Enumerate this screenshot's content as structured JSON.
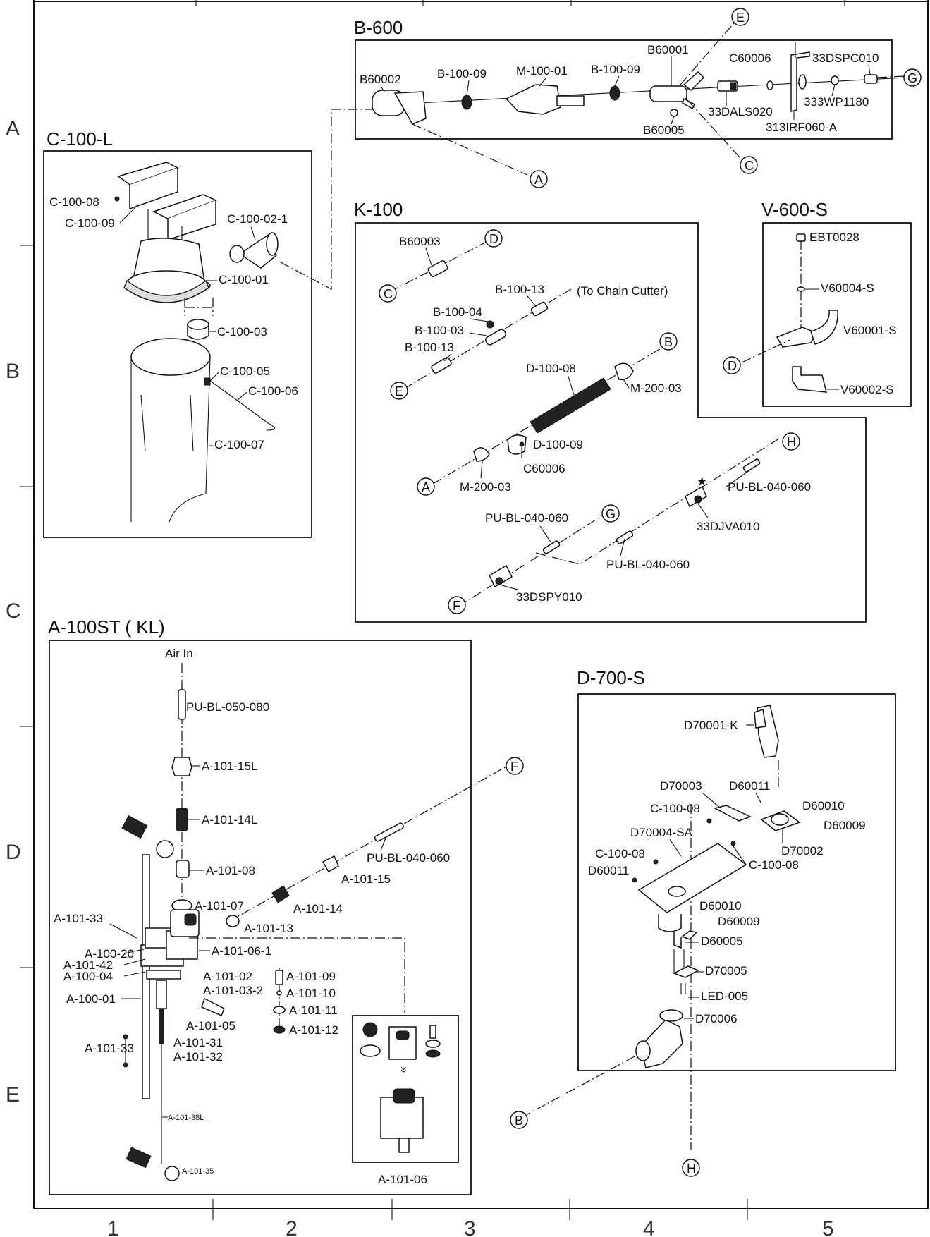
{
  "grid": {
    "rows": [
      "A",
      "B",
      "C",
      "D",
      "E"
    ],
    "cols": [
      "1",
      "2",
      "3",
      "4",
      "5"
    ]
  },
  "assemblies": {
    "b600": {
      "title": "B-600",
      "labels": [
        "B60002",
        "B-100-09",
        "M-100-01",
        "B-100-09",
        "B60001",
        "C60006",
        "33DSPC010",
        "33DALS020",
        "333WP1180",
        "313IRF060-A",
        "B60005"
      ]
    },
    "c100l": {
      "title": "C-100-L",
      "labels": [
        "C-100-08",
        "C-100-09",
        "C-100-02-1",
        "C-100-01",
        "C-100-03",
        "C-100-05",
        "C-100-06",
        "C-100-07"
      ]
    },
    "k100": {
      "title": "K-100",
      "labels": [
        "B60003",
        "B-100-13",
        "(To Chain Cutter)",
        "B-100-04",
        "B-100-03",
        "B-100-13",
        "D-100-08",
        "M-200-03",
        "D-100-09",
        "C60006",
        "M-200-03",
        "PU-BL-040-060",
        "33DJVA010",
        "PU-BL-040-060",
        "PU-BL-040-060",
        "33DSPY010"
      ]
    },
    "v600s": {
      "title": "V-600-S",
      "labels": [
        "EBT0028",
        "V60004-S",
        "V60001-S",
        "V60002-S"
      ]
    },
    "a100st": {
      "title": "A-100ST ( KL)",
      "labels": [
        "Air In",
        "PU-BL-050-080",
        "A-101-15L",
        "A-101-14L",
        "A-101-08",
        "A-101-07",
        "PU-BL-040-060",
        "A-101-15",
        "A-101-14",
        "A-101-13",
        "A-101-33",
        "A-101-06-1",
        "A-100-20",
        "A-101-42",
        "A-100-04",
        "A-101-02",
        "A-101-03-2",
        "A-100-01",
        "A-101-05",
        "A-101-09",
        "A-101-10",
        "A-101-11",
        "A-101-12",
        "A-101-33",
        "A-101-31",
        "A-101-32",
        "A-101-38L",
        "A-101-35",
        "A-101-06"
      ]
    },
    "d700s": {
      "title": "D-700-S",
      "labels": [
        "D70001-K",
        "D70003",
        "D60011",
        "D60010",
        "C-100-08",
        "D60009",
        "D70004-SA",
        "D70002",
        "C-100-08",
        "C-100-08",
        "D60011",
        "D60010",
        "D60009",
        "D60005",
        "D70005",
        "LED-005",
        "D70006"
      ]
    }
  },
  "connectors": {
    "A": "A",
    "B": "B",
    "C": "C",
    "D": "D",
    "E": "E",
    "F": "F",
    "G": "G",
    "H": "H"
  },
  "misc": {
    "star": "★",
    "arrows": "»"
  }
}
